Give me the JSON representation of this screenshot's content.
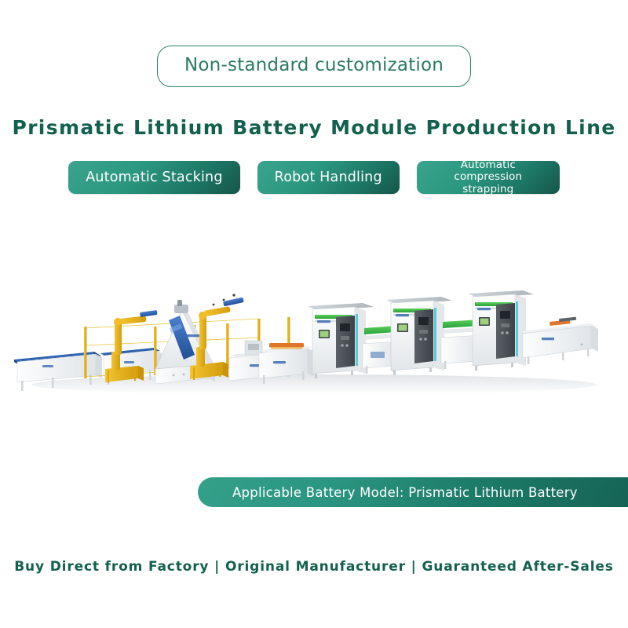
{
  "badge": {
    "label": "Non-standard customization"
  },
  "title": "Prismatic Lithium Battery Module Production Line",
  "features": [
    {
      "label": "Automatic Stacking"
    },
    {
      "label": "Robot Handling"
    },
    {
      "label_line1": "Automatic compression",
      "label_line2": "strapping"
    }
  ],
  "banner": {
    "label": "Applicable Battery Model: Prismatic Lithium Battery"
  },
  "footer": {
    "label": "Buy Direct from Factory | Original Manufacturer | Guaranteed After-Sales"
  },
  "illustration": {
    "alt": "3D render of a prismatic lithium battery module production line with roller conveyors, yellow industrial robot arms, a white gantry stacker, safety fencing and enclosed white processing machines with green accent stripes"
  },
  "colors": {
    "brand_dark_green": "#13604e",
    "brand_teal": "#2c7a64",
    "pill_gradient_light": "#3aa38c",
    "pill_gradient_dark": "#15564a",
    "machine_green_accent": "#3db54a",
    "robot_yellow": "#eab31c",
    "conveyor_blue": "#2b5fae",
    "machine_white": "#f4f6f7",
    "panel_dark": "#4a4f54",
    "cyan_accent": "#35c6de"
  }
}
